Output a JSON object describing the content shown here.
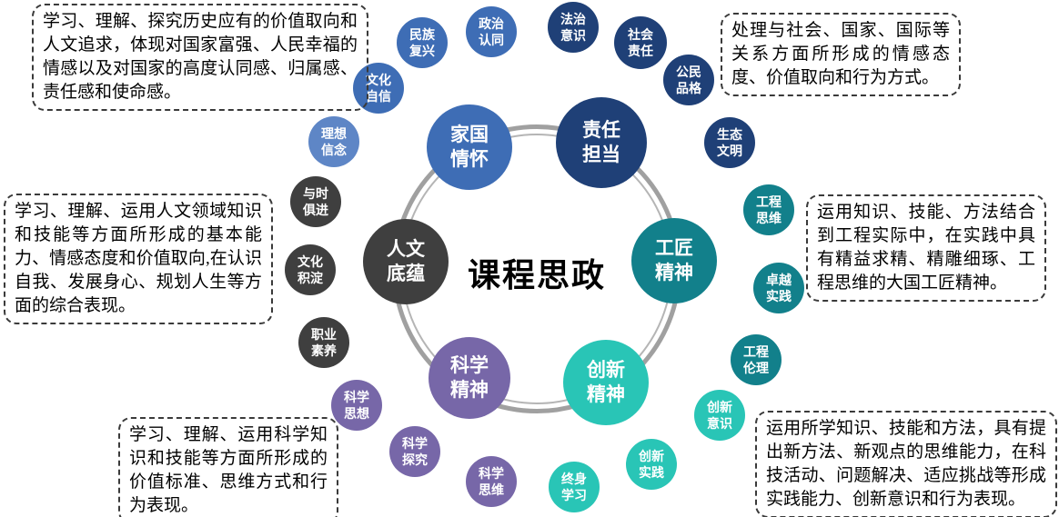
{
  "center_label": "课程思政",
  "colors": {
    "patriotism_blue": "#3e6db5",
    "belief_light_blue": "#5e86c6",
    "responsibility_navy": "#1f4077",
    "craftsmanship_teal": "#12808b",
    "innovation_turquoise": "#29c5b6",
    "science_purple": "#7767a8",
    "humanities_gray": "#3f3f3f",
    "ring_gray": "#a6a6a6"
  },
  "main_nodes": {
    "patriotism": "家国\n情怀",
    "responsibility": "责任\n担当",
    "craftsmanship": "工匠\n精神",
    "innovation": "创新\n精神",
    "science": "科学\n精神",
    "humanities": "人文\n底蕴"
  },
  "satellites": {
    "national_rejuvenation": "民族\n复兴",
    "political_identity": "政治\n认同",
    "cultural_confidence": "文化\n自信",
    "ideals_beliefs": "理想\n信念",
    "rule_of_law": "法治\n意识",
    "social_responsibility": "社会\n责任",
    "civic_character": "公民\n品格",
    "ecological_civilization": "生态\n文明",
    "engineering_thinking": "工程\n思维",
    "excellence_practice": "卓越\n实践",
    "engineering_ethics": "工程\n伦理",
    "innovation_awareness": "创新\n意识",
    "innovation_practice": "创新\n实践",
    "lifelong_learning": "终身\n学习",
    "scientific_thought": "科学\n思想",
    "scientific_inquiry": "科学\n探究",
    "scientific_thinking": "科学\n思维",
    "keeping_pace": "与时\n俱进",
    "cultural_accumulation": "文化\n积淀",
    "professional_quality": "职业\n素养"
  },
  "callouts": {
    "patriotism": "学习、理解、探究历史应有的价值取向和人文追求，体现对国家富强、人民幸福的情感以及对国家的高度认同感、归属感、责任感和使命感。",
    "responsibility": "处理与社会、国家、国际等关系方面所形成的情感态度、价值取向和行为方式。",
    "humanities": "学习、理解、运用人文领域知识和技能等方面所形成的基本能力、情感态度和价值取向,在认识自我、发展身心、规划人生等方面的综合表现。",
    "craftsmanship": "运用知识、技能、方法结合到工程实际中，在实践中具有精益求精、精雕细琢、工程思维的大国工匠精神。",
    "science": "学习、理解、运用科学知识和技能等方面所形成的价值标准、思维方式和行为表现。",
    "innovation": "运用所学知识、技能和方法，具有提出新方法、新观点的思维能力，在科技活动、问题解决、适应挑战等形成实践能力、创新意识和行为表现。"
  }
}
